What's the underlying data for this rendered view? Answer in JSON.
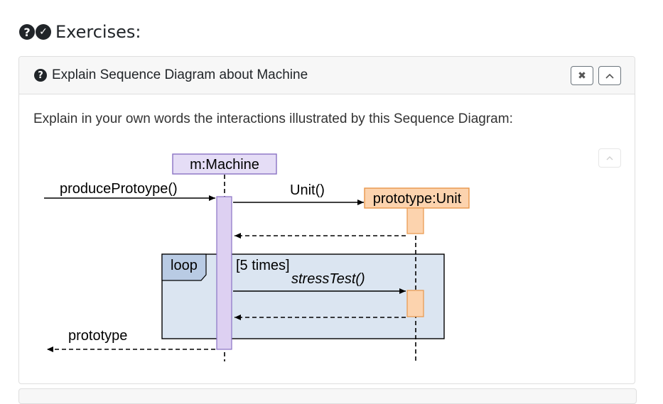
{
  "section": {
    "icons": [
      "question-circle-icon",
      "check-circle-icon"
    ],
    "title": "Exercises:"
  },
  "exercise": {
    "icon": "question-circle-icon",
    "title": "Explain Sequence Diagram about Machine",
    "close_icon": "✖",
    "collapse_icon": "^",
    "question": "Explain in your own words the interactions illustrated by this Sequence Diagram:",
    "inner_collapse_icon": "^"
  },
  "diagram": {
    "machine_label": "m:Machine",
    "unit_label": "prototype:Unit",
    "call_produce": "produceProtoype()",
    "call_unit": "Unit()",
    "loop_label": "loop",
    "loop_guard": "[5 times]",
    "call_stress": "stressTest()",
    "return_prototype": "prototype",
    "colors": {
      "machine_fill": "#e5ddf6",
      "machine_border": "#8a72c4",
      "unit_fill": "#fcd3ae",
      "unit_border": "#e8964a",
      "loop_fill": "#dbe5f1",
      "loop_tag_fill": "#b9cbe4"
    }
  }
}
